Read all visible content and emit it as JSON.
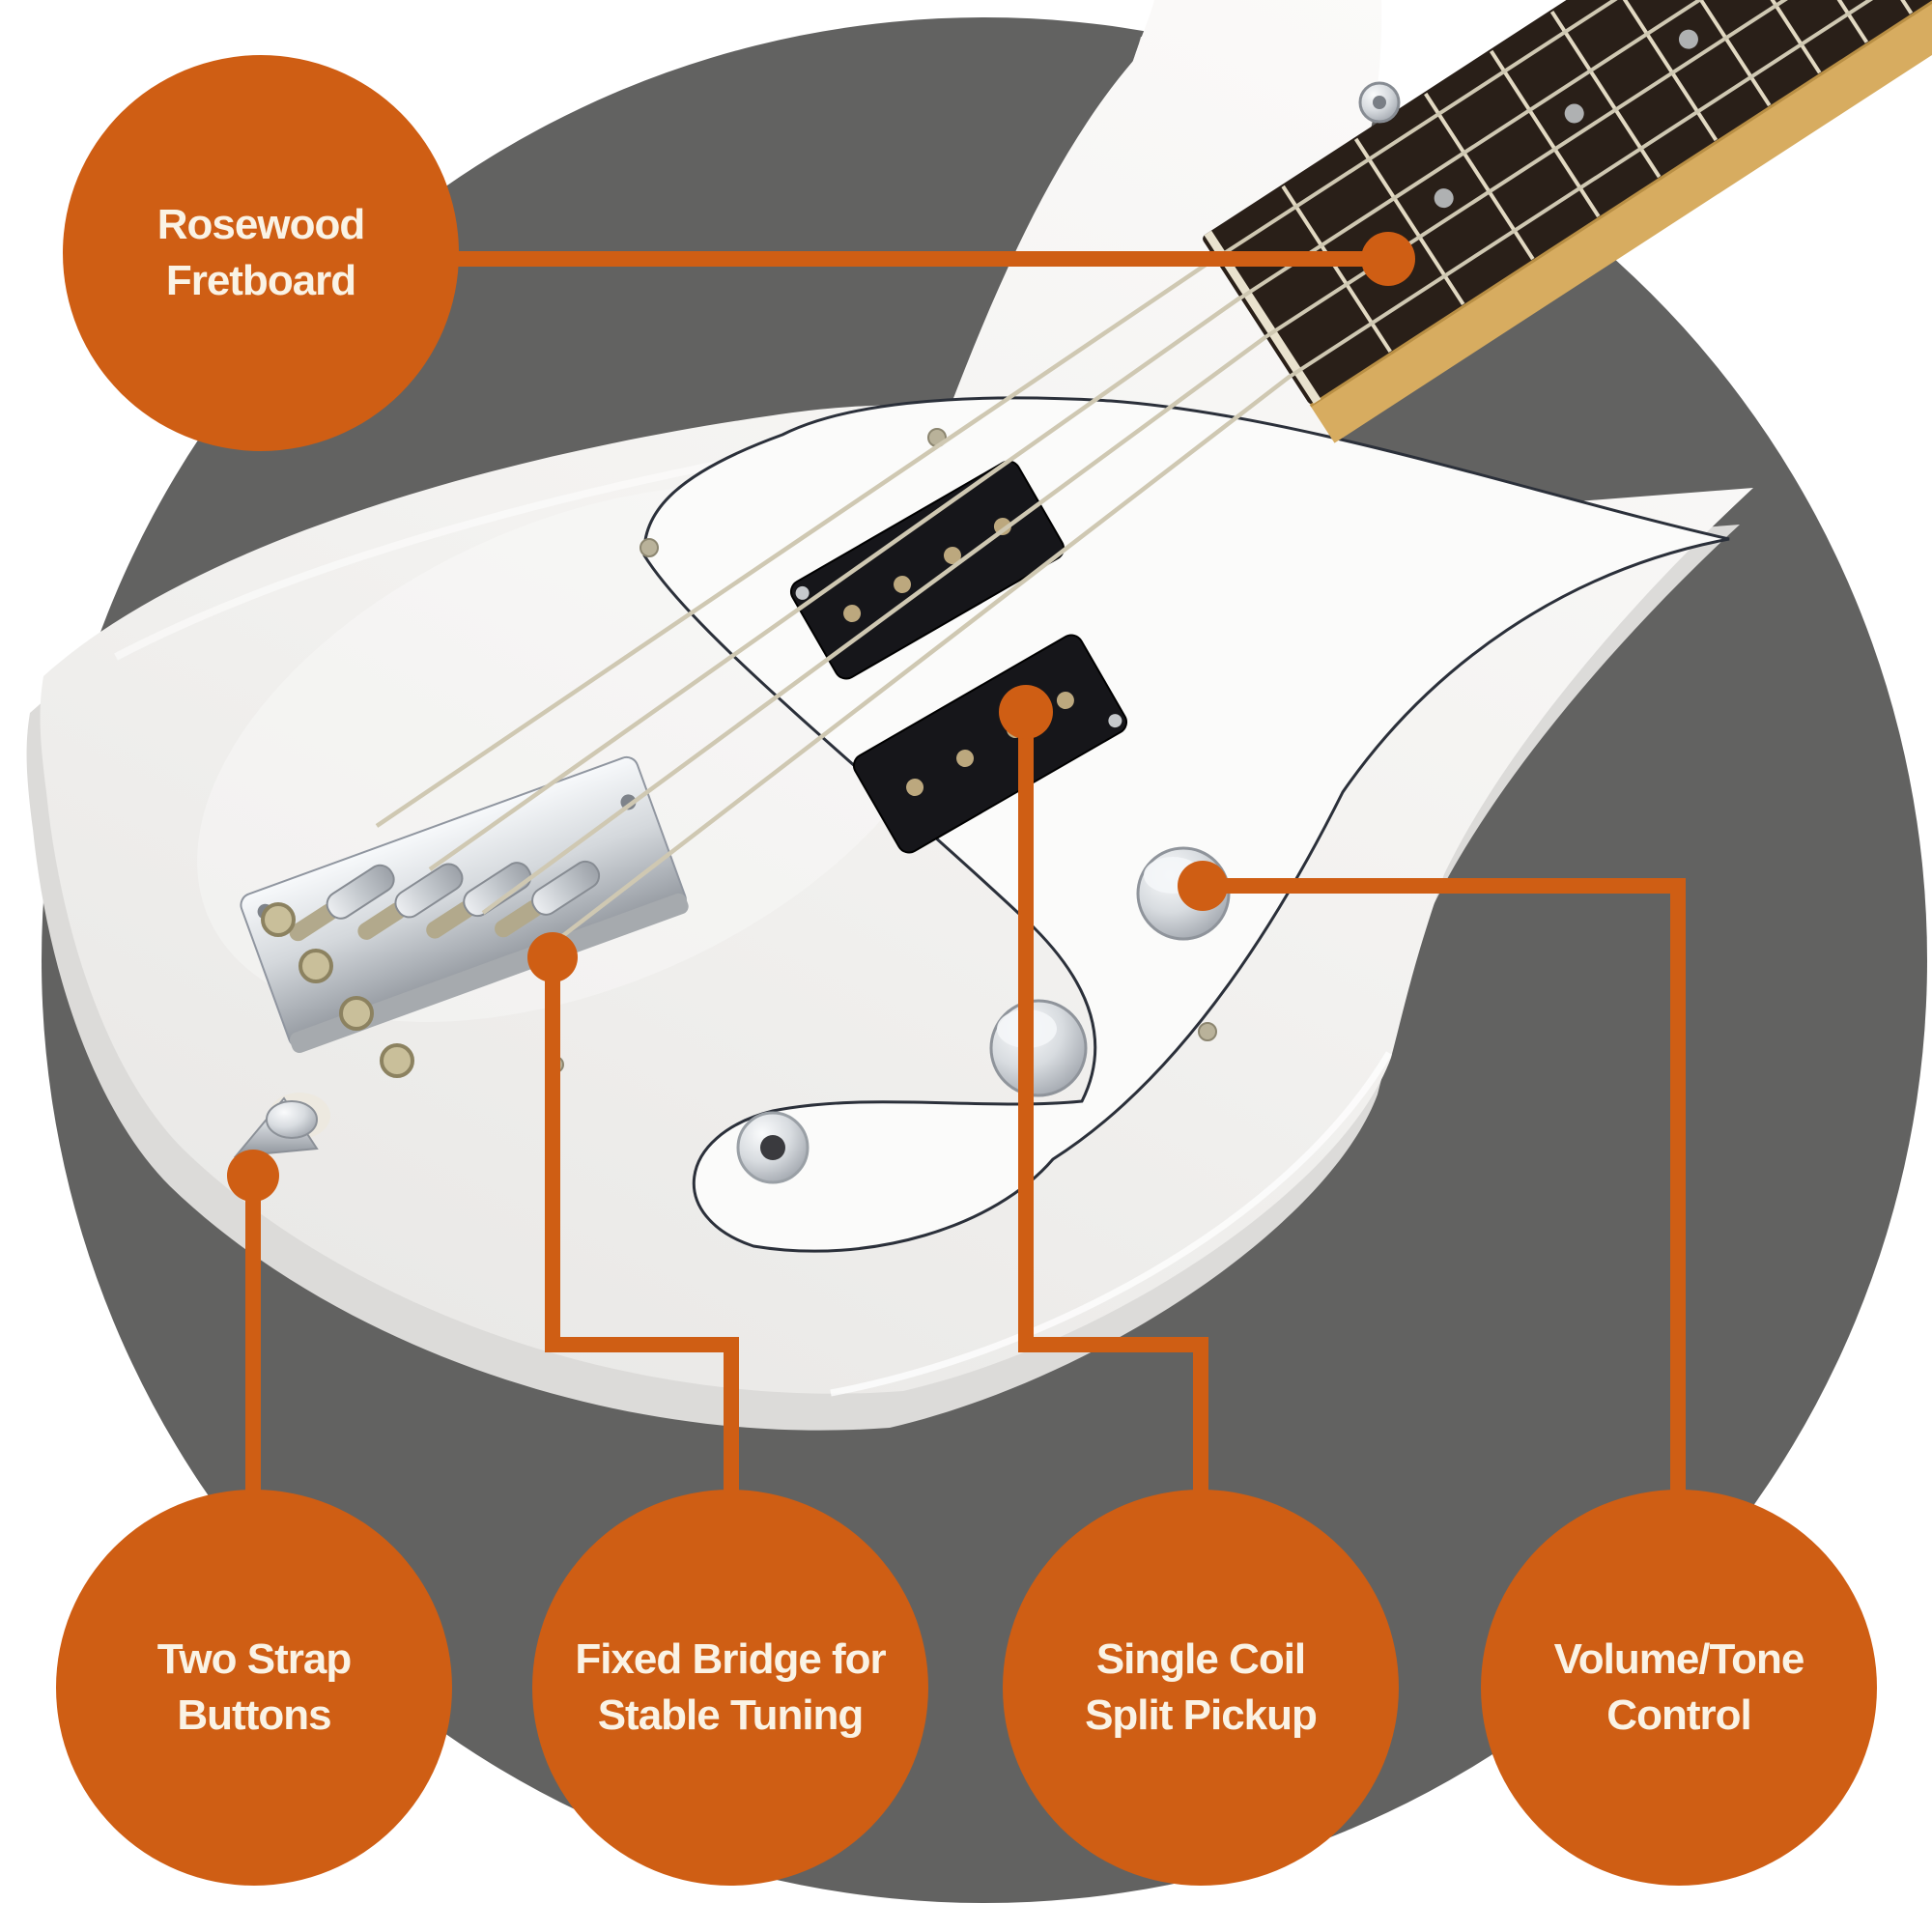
{
  "diagram": {
    "type": "product-feature-callout-diagram",
    "subject": "White electric precision-style bass guitar, angled close-up on gray circle backdrop",
    "colors": {
      "accent_orange": "#CF5E14",
      "callout_text": "#FAF3E5",
      "canvas_white": "#FFFFFF",
      "backdrop_gray": "#626261",
      "body_white": "#F3F2F0",
      "body_side_shade": "#DCDBD9",
      "pickguard_white": "#FBFBFA",
      "pickguard_outline": "#2B303A",
      "fretboard_brown": "#291F18",
      "maple_yellow": "#D7AC60",
      "fret_silver": "#E2D9C2",
      "string_silver": "#CFC8B2",
      "hardware_chrome": "#C6CBD0",
      "pickup_black": "#16161A",
      "ferrule_brass": "#B3A577"
    },
    "callouts": [
      {
        "id": "rosewood-fretboard",
        "line1": "Rosewood",
        "line2": "Fretboard"
      },
      {
        "id": "two-strap-buttons",
        "line1": "Two Strap",
        "line2": "Buttons"
      },
      {
        "id": "fixed-bridge",
        "line1": "Fixed Bridge for",
        "line2": "Stable Tuning"
      },
      {
        "id": "single-coil-split-pickup",
        "line1": "Single Coil",
        "line2": "Split Pickup"
      },
      {
        "id": "volume-tone-control",
        "line1": "Volume/Tone",
        "line2": "Control"
      }
    ],
    "guitar_parts": [
      "headstock",
      "tuning-peg",
      "rosewood-fretboard",
      "frets",
      "fret-inlay-dots",
      "strings",
      "white-body",
      "white-pickguard",
      "split-single-coil-pickup",
      "fixed-bridge",
      "string-ferrules",
      "strap-button",
      "volume-knob",
      "tone-knob",
      "output-jack"
    ]
  }
}
